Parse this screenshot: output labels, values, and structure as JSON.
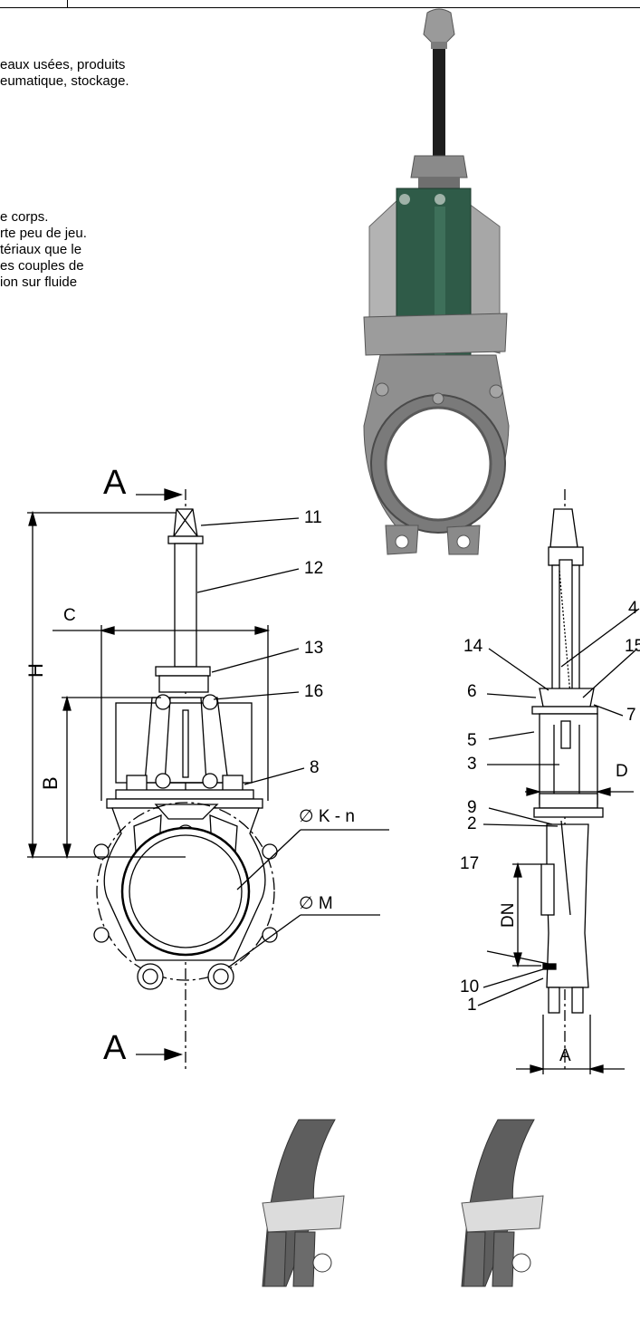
{
  "intro_text": {
    "line1": "eaux usées, produits",
    "line2": "eumatique, stockage."
  },
  "features_text": {
    "line1": "e corps.",
    "line2": "rte peu de jeu.",
    "line3": "tériaux que le",
    "line4": "es couples de",
    "line5": "ion sur fluide"
  },
  "front_view": {
    "section_marker": "A",
    "dimension_labels": {
      "h": "H",
      "b": "B",
      "c": "C"
    },
    "part_numbers": [
      "11",
      "12",
      "13",
      "16",
      "8"
    ],
    "flange_labels": {
      "bolt_circle": "∅ K - n",
      "outer": "∅ M"
    }
  },
  "side_view": {
    "part_numbers": [
      "4",
      "14",
      "15",
      "6",
      "7",
      "5",
      "3",
      "9",
      "2",
      "17",
      "10",
      "1"
    ],
    "dimension_labels": {
      "d": "D",
      "dn": "DN",
      "a": "A"
    }
  },
  "colors": {
    "actuator_green": "#2f5b48",
    "body_grey": "#8f8f8f",
    "line": "#000000"
  }
}
